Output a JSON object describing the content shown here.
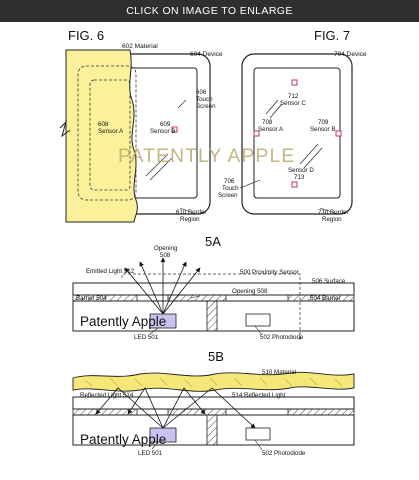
{
  "banner": {
    "label": "CLICK ON IMAGE TO ENLARGE"
  },
  "watermarks": {
    "main": "PATENTLY APPLE",
    "small": "Patently Apple"
  },
  "fig6": {
    "title": "FIG. 6",
    "material": "602 Material",
    "device": "604 Device",
    "touch_screen": [
      "606",
      "Touch",
      "Screen"
    ],
    "sensor_a": [
      "608",
      "Sensor A"
    ],
    "sensor_b": [
      "609",
      "Sensor B"
    ],
    "border_region": [
      "610 Border",
      "Region"
    ]
  },
  "fig7": {
    "title": "FIG. 7",
    "device": "704 Device",
    "sensor_c": [
      "712",
      "Sensor C"
    ],
    "sensor_a": [
      "708",
      "Sensor A"
    ],
    "sensor_b": [
      "709",
      "Sensor B"
    ],
    "sensor_d": [
      "Sensor D",
      "713"
    ],
    "touch_screen": [
      "706",
      "Touch",
      "Screen"
    ],
    "border_region": [
      "710 Border",
      "Region"
    ]
  },
  "fig5a": {
    "title": "5A",
    "opening_top": [
      "Opening",
      "508"
    ],
    "emitted_light": "Emitted Light 512",
    "proximity_sensor": "500 Proximity Sensor",
    "surface": "506 Surface",
    "barrier_left": "Barrier 504",
    "opening_mid": "Opening 508",
    "barrier_right": "504 Barrier",
    "led": "LED 501",
    "photodiode": "502 Photodiode"
  },
  "fig5b": {
    "title": "5B",
    "material": "510 Material",
    "reflected_left": "Reflected Light 514",
    "reflected_right": "514 Reflected Light",
    "led": "LED 501",
    "photodiode": "502 Photodiode"
  }
}
